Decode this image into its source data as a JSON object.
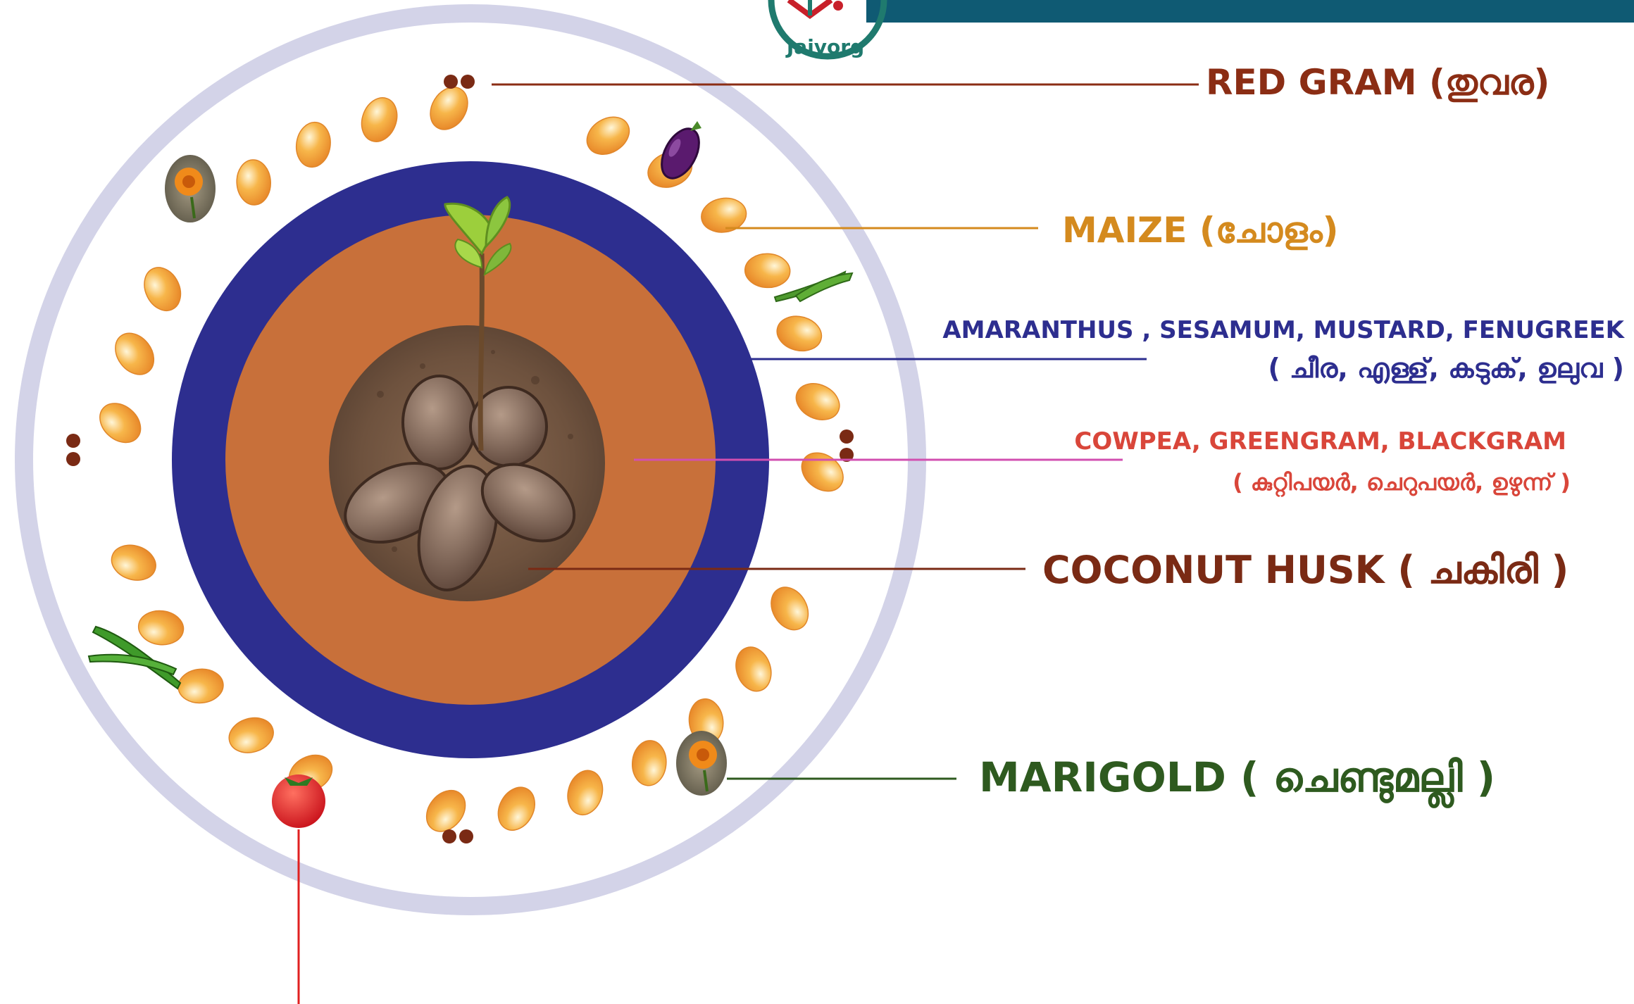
{
  "brand": {
    "name": "Jaivorg"
  },
  "labels": {
    "red_gram": "RED GRAM  (തുവര)",
    "maize": "MAIZE  (ചോളം)",
    "greens_en": "AMARANTHUS , SESAMUM, MUSTARD, FENUGREEK",
    "greens_ml": "( ചീര, എള്ള്, കടുക്, ഉലുവ )",
    "pulses_en": "COWPEA, GREENGRAM, BLACKGRAM",
    "pulses_ml": "( കുറ്റിപയർ, ചെറുപയർ, ഉഴുന്ന് )",
    "coconut_husk": "COCONUT HUSK  ( ചകിരി )",
    "marigold": "MARIGOLD  ( ചെണ്ടുമല്ലി )"
  },
  "colors": {
    "header_bar": "#0f5a73",
    "outer_ring": "#d3d3e8",
    "blue_ring": "#2d2e8f",
    "soil_disc": "#c8703a",
    "red_gram": "#8b2d14",
    "maize": "#d48a1e",
    "greens": "#2d2e8f",
    "pulses": "#d9463a",
    "coconut_husk": "#7a2a14",
    "marigold": "#2e5a1f",
    "tomato_line": "#e02020"
  },
  "icons": [
    "logo-icon",
    "seed-pair-icon",
    "maize-kernel-icon",
    "brinjal-icon",
    "okra-icon",
    "chilli-icon",
    "tomato-icon",
    "marigold-icon",
    "seedling-icon"
  ]
}
